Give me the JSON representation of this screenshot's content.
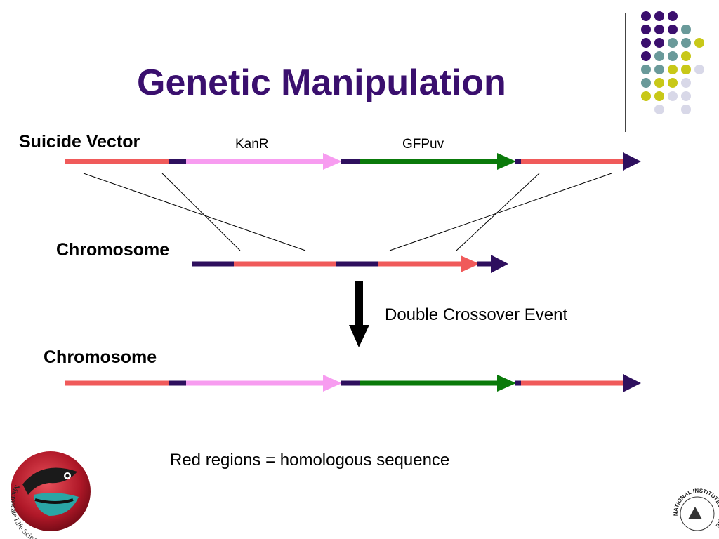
{
  "slide": {
    "title": "Genetic Manipulation",
    "labels": {
      "suicide_vector": "Suicide Vector",
      "kanr": "KanR",
      "gfpuv": "GFPuv",
      "chromosome_before": "Chromosome",
      "chromosome_after": "Chromosome",
      "event": "Double Crossover Event",
      "note": "Red regions = homologous sequence"
    },
    "logos": {
      "left_logo_text": "Microscale Life Sciences Center",
      "right_logo_text": "NATIONAL INSTITUTES OF HEALTH"
    },
    "colors": {
      "title": "#3a0f6e",
      "homologous_red": "#f05a5a",
      "backbone_purple": "#2e0f5e",
      "kanr_pink": "#f79cf0",
      "gfp_green": "#0a7a0a",
      "dot_purple": "#3b0f6e",
      "dot_teal": "#6a9a9a",
      "dot_yellow": "#c8c818",
      "dot_lavender": "#d8d8e8"
    }
  }
}
